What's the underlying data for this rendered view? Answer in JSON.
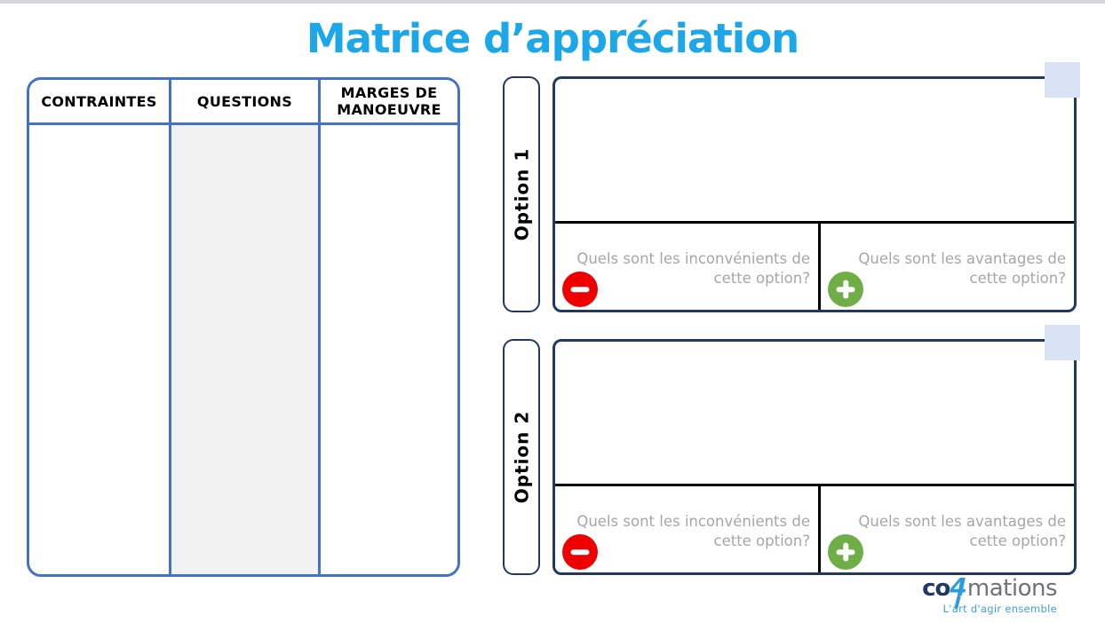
{
  "page": {
    "title": "Matrice d’appréciation"
  },
  "table": {
    "headers": [
      "CONTRAINTES",
      "QUESTIONS",
      "MARGES DE MANOEUVRE"
    ]
  },
  "options": [
    {
      "label": "Option 1",
      "cons": {
        "line1": "Quels sont les inconvénients de",
        "line2": "cette option?"
      },
      "pros": {
        "line1": "Quels sont les avantages de",
        "line2": "cette option?"
      }
    },
    {
      "label": "Option 2",
      "cons": {
        "line1": "Quels sont les inconvénients de",
        "line2": "cette option?"
      },
      "pros": {
        "line1": "Quels sont les avantages de",
        "line2": "cette option?"
      }
    }
  ],
  "icons": {
    "negative": "minus-icon",
    "positive": "plus-icon",
    "note": "sticky-note-square"
  },
  "logo": {
    "prefix": "co",
    "digit": "4",
    "suffix": "mations",
    "tagline": "L'art d'agir ensemble"
  },
  "colors": {
    "title": "#1CA8E8",
    "table_border": "#4472C4",
    "questions_fill": "#F2F2F2",
    "panel_border": "#203864",
    "divider": "#000000",
    "minus_red": "#EE0000",
    "plus_green": "#70AD47",
    "placeholder_gray": "#A6A6A6",
    "note_square": "#DAE3F5",
    "logo_navy": "#1F3864",
    "logo_blue": "#2F9BD8",
    "logo_gray": "#71717A",
    "tagline_blue": "#3FA0DC",
    "top_strip": "#D6D6DE"
  }
}
